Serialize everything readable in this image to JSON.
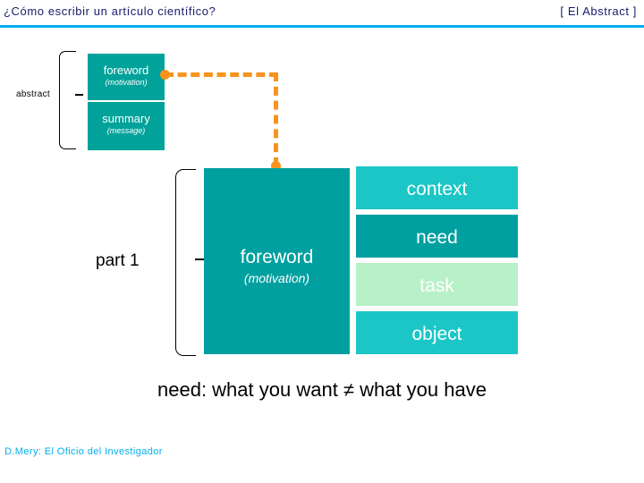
{
  "header": {
    "title": "¿Cómo escribir un artículo científico?",
    "section": "[ El Abstract ]"
  },
  "abstract_diagram": {
    "label": "abstract",
    "boxes": [
      {
        "title": "foreword",
        "subtitle": "(motivation)"
      },
      {
        "title": "summary",
        "subtitle": "(message)"
      }
    ]
  },
  "part1_diagram": {
    "label": "part 1",
    "main_box": {
      "title": "foreword",
      "subtitle": "(motivation)"
    },
    "stack": [
      {
        "label": "context"
      },
      {
        "label": "need"
      },
      {
        "label": "task"
      },
      {
        "label": "object"
      }
    ]
  },
  "caption": "need: what you want ≠ what you have",
  "footer": "D.Mery: El Oficio del Investigador",
  "colors": {
    "accent": "#00aeef",
    "teal": "#00a0a0",
    "teal_light": "#1cc6c6",
    "mint": "#b8f0c8",
    "orange": "#f7941e",
    "header_text": "#1a1a6e"
  }
}
